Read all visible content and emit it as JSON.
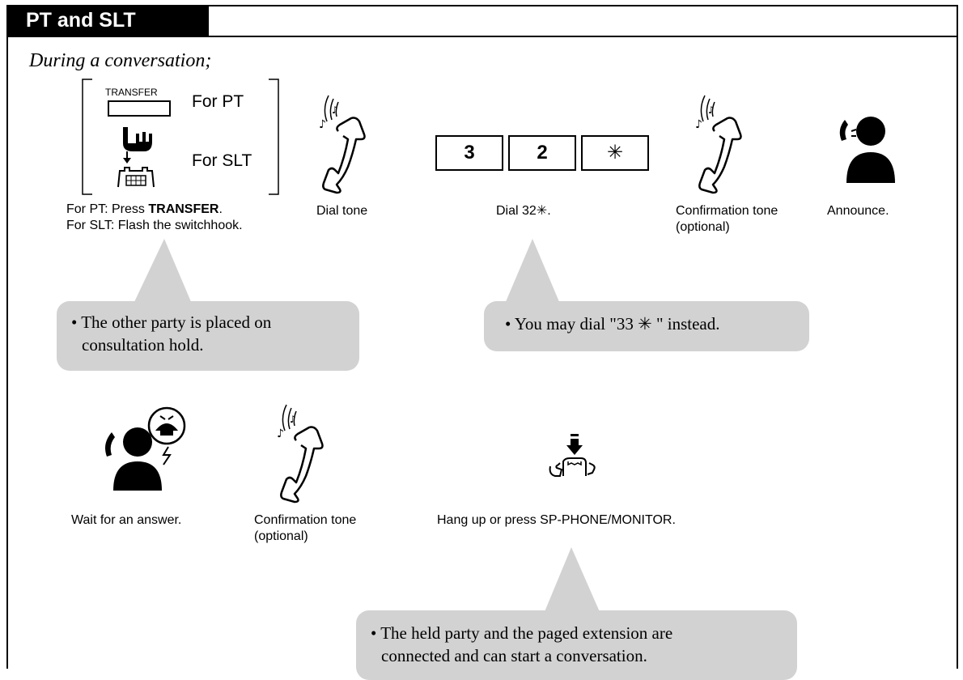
{
  "header": {
    "title": "PT and SLT"
  },
  "intro": "During a conversation;",
  "step1": {
    "key_label": "TRANSFER",
    "for_pt": "For PT",
    "for_slt": "For SLT",
    "caption_pt_prefix": "For PT: Press ",
    "caption_pt_bold": "TRANSFER",
    "caption_pt_suffix": ".",
    "caption_slt": "For SLT: Flash the switchhook."
  },
  "step2": {
    "caption": "Dial tone"
  },
  "step3": {
    "keys": [
      "3",
      "2",
      "✳"
    ],
    "caption": "Dial 32✳."
  },
  "step4": {
    "caption_line1": "Confirmation tone",
    "caption_line2": "(optional)"
  },
  "step5": {
    "caption": "Announce."
  },
  "callout1": {
    "line1": "• The other party is placed on",
    "line2": "consultation hold."
  },
  "callout2": {
    "line1": "• You may dial \"33 ✳ \" instead."
  },
  "step6": {
    "caption": "Wait for an answer."
  },
  "step7": {
    "caption_line1": "Confirmation tone",
    "caption_line2": "(optional)"
  },
  "step8": {
    "caption": "Hang up or press SP-PHONE/MONITOR."
  },
  "callout3": {
    "line1": "• The held party and the paged extension are",
    "line2": "connected and can start a conversation."
  },
  "icons": [
    "transfer-key-icon",
    "switchhook-flash-icon",
    "handset-tone-icon",
    "person-talking-icon",
    "person-waiting-icon",
    "hang-up-icon"
  ],
  "colors": {
    "header_bg": "#000000",
    "callout_bg": "#d2d2d2"
  }
}
